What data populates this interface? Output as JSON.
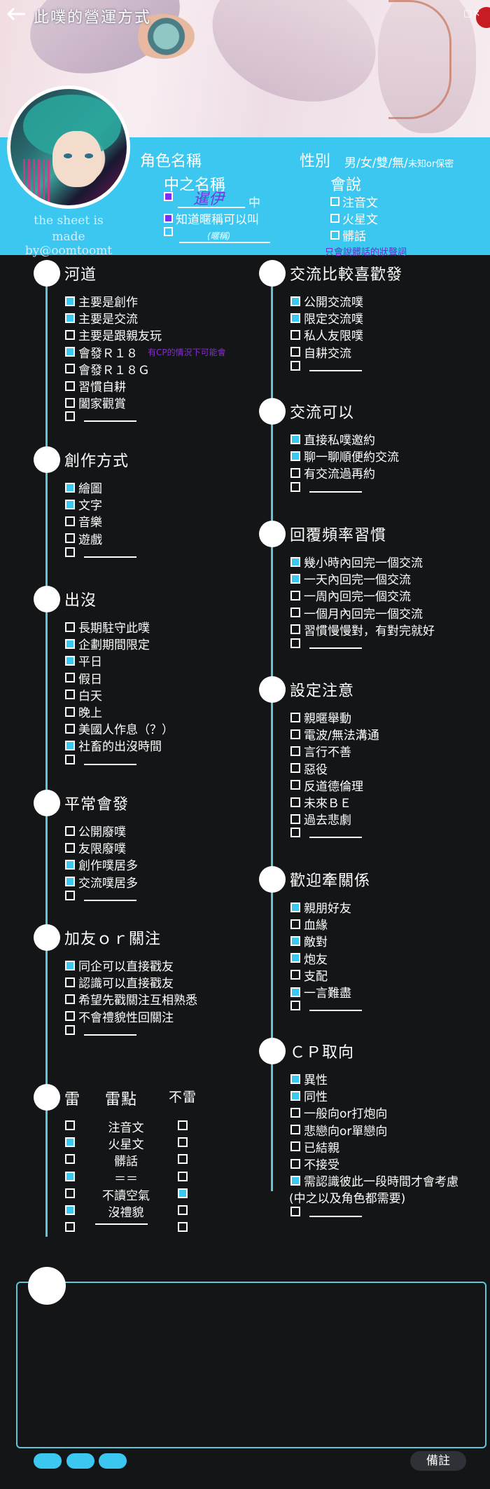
{
  "header": {
    "title": "此噗的營運方式",
    "window_icons": "□×"
  },
  "profile": {
    "credit_line1": "the sheet is",
    "credit_line2": "made by@oomtoomt",
    "role_name_label": "角色名稱",
    "gender_label": "性別",
    "gender_options": "男/女/雙/無/",
    "gender_small": "未知or保密",
    "nickname_label": "中之名稱",
    "nickname_value": "暹伊",
    "nickname_suffix": "中",
    "nickname_opt2": "知道暱稱可以叫",
    "nickname_opt3_hint": "(暱稱)",
    "speaks_label": "會說",
    "speaks_opts": [
      "注音文",
      "火星文",
      "髒話"
    ],
    "speaks_note": "只會說髒話的狀聲詞"
  },
  "sections_left": [
    {
      "title": "河道",
      "items": [
        {
          "label": "主要是創作",
          "checked": true
        },
        {
          "label": "主要是交流",
          "checked": true
        },
        {
          "label": "主要是跟親友玩",
          "checked": false
        },
        {
          "label": "會發Ｒ１８",
          "checked": true,
          "note": "有CP的情況下可能會"
        },
        {
          "label": "會發Ｒ１８Ｇ",
          "checked": false
        },
        {
          "label": "習慣自耕",
          "checked": false
        },
        {
          "label": "闔家觀賞",
          "checked": false
        },
        {
          "label": "",
          "checked": false,
          "blank": true
        }
      ]
    },
    {
      "title": "創作方式",
      "items": [
        {
          "label": "繪圖",
          "checked": true
        },
        {
          "label": "文字",
          "checked": true
        },
        {
          "label": "音樂",
          "checked": false
        },
        {
          "label": "遊戲",
          "checked": false
        },
        {
          "label": "",
          "checked": false,
          "blank": true
        }
      ]
    },
    {
      "title": "出沒",
      "items": [
        {
          "label": "長期駐守此噗",
          "checked": false
        },
        {
          "label": "企劃期間限定",
          "checked": true
        },
        {
          "label": "平日",
          "checked": true
        },
        {
          "label": "假日",
          "checked": false
        },
        {
          "label": "白天",
          "checked": false
        },
        {
          "label": "晚上",
          "checked": false
        },
        {
          "label": "美國人作息（？）",
          "checked": false
        },
        {
          "label": "社畜的出沒時間",
          "checked": true
        },
        {
          "label": "",
          "checked": false,
          "blank": true
        }
      ]
    },
    {
      "title": "平常會發",
      "items": [
        {
          "label": "公開廢噗",
          "checked": false
        },
        {
          "label": "友限廢噗",
          "checked": false
        },
        {
          "label": "創作噗居多",
          "checked": true
        },
        {
          "label": "交流噗居多",
          "checked": true
        },
        {
          "label": "",
          "checked": false,
          "blank": true
        }
      ]
    },
    {
      "title": "加友ｏｒ關注",
      "items": [
        {
          "label": "同企可以直接戳友",
          "checked": true
        },
        {
          "label": "認識可以直接戳友",
          "checked": false
        },
        {
          "label": "希望先戳關注互相熟悉",
          "checked": false
        },
        {
          "label": "不會禮貌性回關注",
          "checked": false
        },
        {
          "label": "",
          "checked": false,
          "blank": true
        }
      ]
    }
  ],
  "thunder": {
    "title_left": "雷",
    "title_mid": "雷點",
    "title_right": "不雷",
    "rows": [
      {
        "label": "注音文",
        "lei": false,
        "bulei": false
      },
      {
        "label": "火星文",
        "lei": true,
        "bulei": false
      },
      {
        "label": "髒話",
        "lei": false,
        "bulei": false
      },
      {
        "label": "＝＝",
        "lei": true,
        "bulei": false
      },
      {
        "label": "不讀空氣",
        "lei": false,
        "bulei": true
      },
      {
        "label": "沒禮貌",
        "lei": true,
        "bulei": false
      },
      {
        "label": "",
        "lei": false,
        "bulei": false,
        "blank": true
      }
    ]
  },
  "sections_right": [
    {
      "title": "交流比較喜歡發",
      "items": [
        {
          "label": "公開交流噗",
          "checked": true
        },
        {
          "label": "限定交流噗",
          "checked": true
        },
        {
          "label": "私人友限噗",
          "checked": false
        },
        {
          "label": "自耕交流",
          "checked": false
        },
        {
          "label": "",
          "checked": false,
          "blank": true
        }
      ]
    },
    {
      "title": "交流可以",
      "items": [
        {
          "label": "直接私噗邀約",
          "checked": true
        },
        {
          "label": "聊一聊順便約交流",
          "checked": true
        },
        {
          "label": "有交流過再約",
          "checked": false
        },
        {
          "label": "",
          "checked": false,
          "blank": true
        }
      ]
    },
    {
      "title": "回覆頻率習慣",
      "items": [
        {
          "label": "幾小時內回完一個交流",
          "checked": true
        },
        {
          "label": "一天內回完一個交流",
          "checked": true
        },
        {
          "label": "一周內回完一個交流",
          "checked": false
        },
        {
          "label": "一個月內回完一個交流",
          "checked": false
        },
        {
          "label": "習慣慢慢對，有對完就好",
          "checked": false
        },
        {
          "label": "",
          "checked": false,
          "blank": true
        }
      ]
    },
    {
      "title": "設定注意",
      "items": [
        {
          "label": "親暱舉動",
          "checked": false
        },
        {
          "label": "電波/無法溝通",
          "checked": false
        },
        {
          "label": "言行不善",
          "checked": false
        },
        {
          "label": "惡役",
          "checked": false
        },
        {
          "label": "反道德倫理",
          "checked": false
        },
        {
          "label": "未來ＢＥ",
          "checked": false
        },
        {
          "label": "過去悲劇",
          "checked": false
        },
        {
          "label": "",
          "checked": false,
          "blank": true
        }
      ]
    },
    {
      "title": "歡迎牽關係",
      "items": [
        {
          "label": "親朋好友",
          "checked": true
        },
        {
          "label": "血緣",
          "checked": false
        },
        {
          "label": "敵對",
          "checked": true
        },
        {
          "label": "炮友",
          "checked": true
        },
        {
          "label": "支配",
          "checked": false
        },
        {
          "label": "一言難盡",
          "checked": true
        },
        {
          "label": "",
          "checked": false,
          "blank": true
        }
      ]
    },
    {
      "title": "ＣＰ取向",
      "items": [
        {
          "label": "異性",
          "checked": true
        },
        {
          "label": "同性",
          "checked": true
        },
        {
          "label": "一般向or打炮向",
          "checked": false
        },
        {
          "label": "悲戀向or單戀向",
          "checked": false
        },
        {
          "label": "已結親",
          "checked": false
        },
        {
          "label": "不接受",
          "checked": false
        },
        {
          "label": "需認識彼此一段時間才會考慮",
          "checked": true
        },
        {
          "label": "",
          "checked": false,
          "blank": true
        }
      ],
      "cp_note": "(中之以及角色都需要)"
    }
  ],
  "footer": {
    "memo_label": "備註"
  },
  "colors": {
    "accent": "#3cc7f0",
    "line": "#5ec6d8",
    "bg": "#131517",
    "purple": "#7b2ff0"
  }
}
